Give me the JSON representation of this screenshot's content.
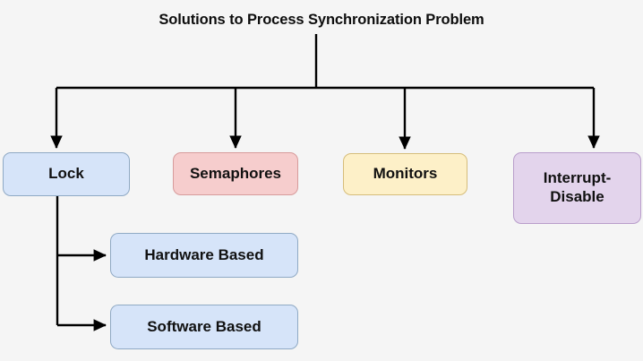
{
  "diagram": {
    "title": "Solutions to Process Synchronization Problem",
    "background_color": "#f5f5f5",
    "connector_color": "#000000",
    "nodes": {
      "root": {
        "label": "Solutions to Process Synchronization Problem"
      },
      "lock": {
        "label": "Lock",
        "fill_color": "#d6e4f9",
        "border_color": "#8fa9c4"
      },
      "semaphores": {
        "label": "Semaphores",
        "fill_color": "#f6cdcd",
        "border_color": "#d79b9b"
      },
      "monitors": {
        "label": "Monitors",
        "fill_color": "#fdf0c8",
        "border_color": "#d6bd7a"
      },
      "interrupt_disable": {
        "label": "Interrupt-\nDisable",
        "fill_color": "#e3d4ec",
        "border_color": "#b99ecb"
      },
      "hardware_based": {
        "label": "Hardware Based",
        "fill_color": "#d6e4f9",
        "border_color": "#8fa9c4"
      },
      "software_based": {
        "label": "Software Based",
        "fill_color": "#d6e4f9",
        "border_color": "#8fa9c4"
      }
    },
    "edges": [
      {
        "from": "root",
        "to": "lock"
      },
      {
        "from": "root",
        "to": "semaphores"
      },
      {
        "from": "root",
        "to": "monitors"
      },
      {
        "from": "root",
        "to": "interrupt_disable"
      },
      {
        "from": "lock",
        "to": "hardware_based"
      },
      {
        "from": "lock",
        "to": "software_based"
      }
    ]
  }
}
